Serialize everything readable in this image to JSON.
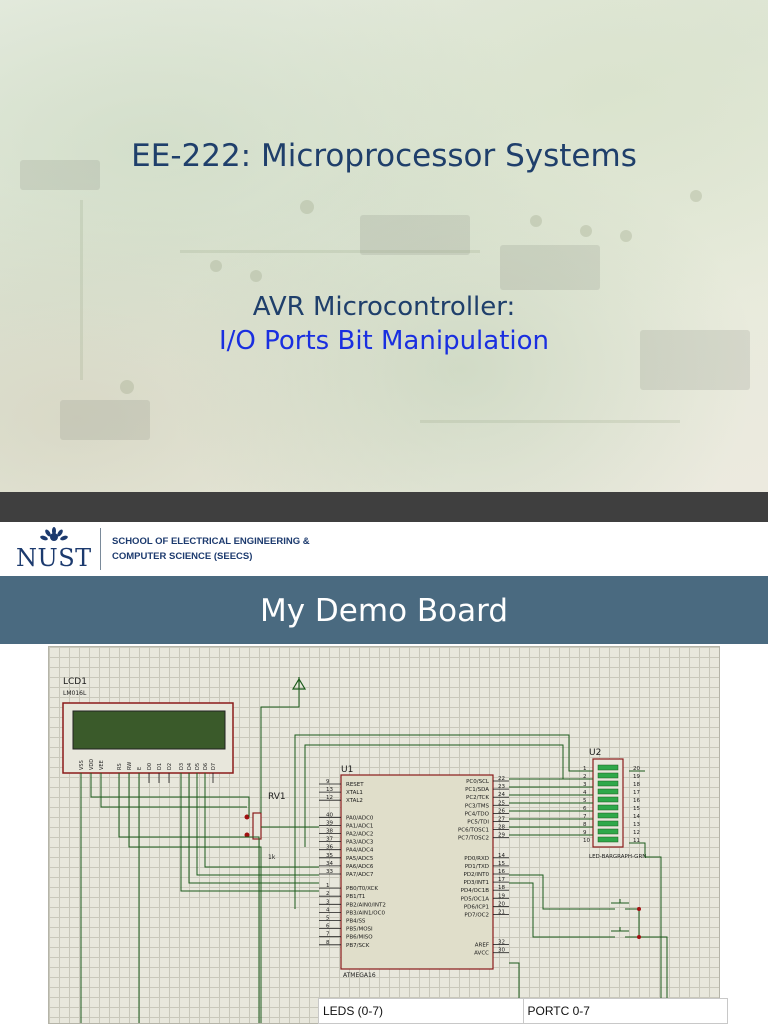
{
  "slide1": {
    "title": "EE-222: Microprocessor Systems",
    "subtitle_line1": "AVR Microcontroller:",
    "subtitle_line2": "I/O Ports Bit Manipulation"
  },
  "slide2": {
    "logo_text": "NUST",
    "school_line1": "SCHOOL OF ELECTRICAL ENGINEERING &",
    "school_line2": "COMPUTER SCIENCE (SEECS)",
    "title": "My Demo Board",
    "schematic": {
      "lcd_name": "LCD1",
      "lcd_part": "LM016L",
      "lcd_pins": [
        "VSS",
        "VDD",
        "VEE",
        "RS",
        "RW",
        "E",
        "D0",
        "D1",
        "D2",
        "D3",
        "D4",
        "D5",
        "D6",
        "D7"
      ],
      "pot_name": "RV1",
      "pot_value": "1k",
      "mcu_name": "U1",
      "mcu_part": "ATMEGA16",
      "mcu_left_pins": [
        {
          "num": "9",
          "name": "RESET"
        },
        {
          "num": "13",
          "name": "XTAL1"
        },
        {
          "num": "12",
          "name": "XTAL2"
        },
        {
          "num": "40",
          "name": "PA0/ADC0"
        },
        {
          "num": "39",
          "name": "PA1/ADC1"
        },
        {
          "num": "38",
          "name": "PA2/ADC2"
        },
        {
          "num": "37",
          "name": "PA3/ADC3"
        },
        {
          "num": "36",
          "name": "PA4/ADC4"
        },
        {
          "num": "35",
          "name": "PA5/ADC5"
        },
        {
          "num": "34",
          "name": "PA6/ADC6"
        },
        {
          "num": "33",
          "name": "PA7/ADC7"
        },
        {
          "num": "1",
          "name": "PB0/T0/XCK"
        },
        {
          "num": "2",
          "name": "PB1/T1"
        },
        {
          "num": "3",
          "name": "PB2/AIN0/INT2"
        },
        {
          "num": "4",
          "name": "PB3/AIN1/OC0"
        },
        {
          "num": "5",
          "name": "PB4/SS"
        },
        {
          "num": "6",
          "name": "PB5/MOSI"
        },
        {
          "num": "7",
          "name": "PB6/MISO"
        },
        {
          "num": "8",
          "name": "PB7/SCK"
        }
      ],
      "mcu_right_pins": [
        {
          "num": "22",
          "name": "PC0/SCL"
        },
        {
          "num": "23",
          "name": "PC1/SDA"
        },
        {
          "num": "24",
          "name": "PC2/TCK"
        },
        {
          "num": "25",
          "name": "PC3/TMS"
        },
        {
          "num": "26",
          "name": "PC4/TDO"
        },
        {
          "num": "27",
          "name": "PC5/TDI"
        },
        {
          "num": "28",
          "name": "PC6/TOSC1"
        },
        {
          "num": "29",
          "name": "PC7/TOSC2"
        },
        {
          "num": "14",
          "name": "PD0/RXD"
        },
        {
          "num": "15",
          "name": "PD1/TXD"
        },
        {
          "num": "16",
          "name": "PD2/INT0"
        },
        {
          "num": "17",
          "name": "PD3/INT1"
        },
        {
          "num": "18",
          "name": "PD4/OC1B"
        },
        {
          "num": "19",
          "name": "PD5/OC1A"
        },
        {
          "num": "20",
          "name": "PD6/ICP1"
        },
        {
          "num": "21",
          "name": "PD7/OC2"
        },
        {
          "num": "32",
          "name": "AREF"
        },
        {
          "num": "30",
          "name": "AVCC"
        }
      ],
      "led_name": "U2",
      "led_part": "LED-BARGRAPH-GRN",
      "led_left_pins": [
        "1",
        "2",
        "3",
        "4",
        "5",
        "6",
        "7",
        "8",
        "9",
        "10"
      ],
      "led_right_pins": [
        "20",
        "19",
        "18",
        "17",
        "16",
        "15",
        "14",
        "13",
        "12",
        "11"
      ]
    },
    "table": {
      "row1": [
        "LEDS (0-7)",
        "PORTC 0-7"
      ]
    }
  }
}
